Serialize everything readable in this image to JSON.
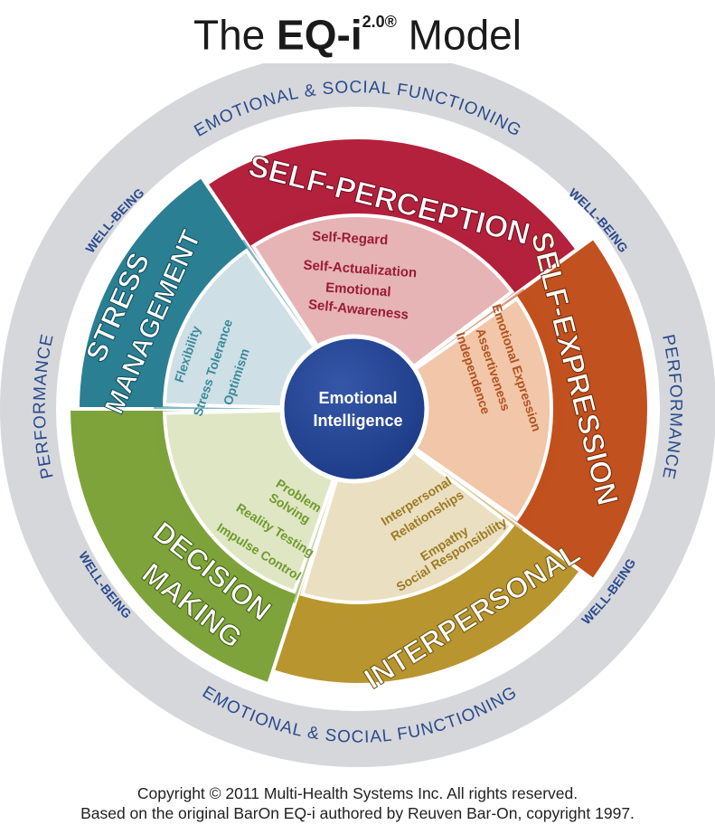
{
  "title": {
    "prefix": "The ",
    "brand": "EQ-i",
    "superscript": "2.0®",
    "suffix": " Model"
  },
  "center": {
    "line1": "Emotional",
    "line2": "Intelligence"
  },
  "outer_ring": {
    "top": "EMOTIONAL & SOCIAL FUNCTIONING",
    "bottom": "EMOTIONAL & SOCIAL FUNCTIONING",
    "left": "PERFORMANCE",
    "right": "PERFORMANCE",
    "wellbeing_upper_right": "WELL-BEING",
    "wellbeing_upper_left": "WELL-BEING",
    "wellbeing_lower_right": "WELL-BEING",
    "wellbeing_lower_left": "WELL-BEING"
  },
  "composites": {
    "self_perception": {
      "title": "SELF-PERCEPTION",
      "subscales": [
        "Self-Regard",
        "Self-Actualization",
        "Emotional",
        "Self-Awareness"
      ],
      "color": "#b3213c"
    },
    "self_expression": {
      "title": "SELF-EXPRESSION",
      "subscales": [
        "Emotional Expression",
        "Assertiveness",
        "Independence"
      ],
      "color": "#c1511e"
    },
    "interpersonal": {
      "title": "INTERPERSONAL",
      "subscales": [
        "Interpersonal",
        "Relationships",
        "Empathy",
        "Social Responsibility"
      ],
      "color": "#b8952e"
    },
    "decision_making": {
      "title": "DECISION",
      "title2": "MAKING",
      "subscales": [
        "Problem",
        "Solving",
        "Reality Testing",
        "Impulse Control"
      ],
      "color": "#7ea33a"
    },
    "stress_management": {
      "title": "STRESS",
      "title2": "MANAGEMENT",
      "subscales": [
        "Flexibility",
        "Stress Tolerance",
        "Optimism"
      ],
      "color": "#2a7f93"
    }
  },
  "footer": {
    "line1": "Copyright © 2011 Multi-Health Systems Inc. All rights reserved.",
    "line2": "Based on the original BarOn EQ-i authored by Reuven Bar-On, copyright 1997."
  }
}
